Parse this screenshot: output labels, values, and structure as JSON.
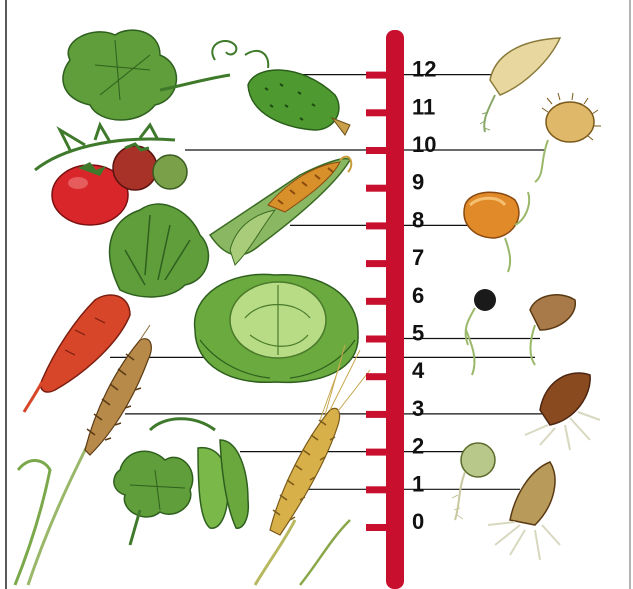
{
  "scale": {
    "ticks": [
      "0",
      "1",
      "2",
      "3",
      "4",
      "5",
      "6",
      "7",
      "8",
      "9",
      "10",
      "11",
      "12"
    ],
    "color": "#c8102e"
  },
  "plants": [
    {
      "icon": "cucumber-icon",
      "value": 12
    },
    {
      "icon": "tomato-icon",
      "value": 10
    },
    {
      "icon": "corn-icon",
      "value": 8
    },
    {
      "icon": "cabbage-icon",
      "value": 4.5
    },
    {
      "icon": "carrot-icon",
      "value": 4.5
    },
    {
      "icon": "rye-icon",
      "value": 3
    },
    {
      "icon": "pea-plant-icon",
      "value": 2
    },
    {
      "icon": "wheat-icon",
      "value": 1
    }
  ],
  "seeds": [
    {
      "icon": "cucumber-seed-icon",
      "value": 12
    },
    {
      "icon": "tomato-seed-icon",
      "value": 10
    },
    {
      "icon": "corn-seed-icon",
      "value": 8
    },
    {
      "icon": "cabbage-seed-icon",
      "value": 5
    },
    {
      "icon": "carrot-seed-icon",
      "value": 4.5
    },
    {
      "icon": "rye-seed-icon",
      "value": 3
    },
    {
      "icon": "pea-seed-icon",
      "value": 2
    },
    {
      "icon": "wheat-seed-icon",
      "value": 1
    }
  ]
}
